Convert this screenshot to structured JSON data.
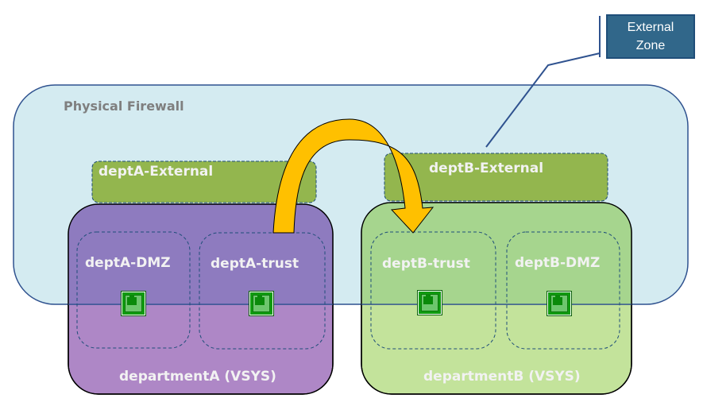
{
  "diagram": {
    "external_zone": {
      "line1": "External",
      "line2": "Zone",
      "fill": "#31678a"
    },
    "physical_firewall": {
      "label": "Physical Firewall",
      "fill": "#b7dde8"
    },
    "external_zones": [
      {
        "label": "deptA-External"
      },
      {
        "label": "deptB-External"
      }
    ],
    "vsys": [
      {
        "label": "departmentA (VSYS)",
        "zones": [
          {
            "label": "deptA-DMZ",
            "icon": "ethernet-port-icon"
          },
          {
            "label": "deptA-trust",
            "icon": "ethernet-port-icon"
          }
        ]
      },
      {
        "label": "departmentB (VSYS)",
        "zones": [
          {
            "label": "deptB-trust",
            "icon": "ethernet-port-icon"
          },
          {
            "label": "deptB-DMZ",
            "icon": "ethernet-port-icon"
          }
        ]
      }
    ],
    "flow_arrow": {
      "from": "deptA-trust",
      "to": "deptB-trust",
      "color": "#ffc000"
    },
    "colors": {
      "external_green": "#93b64e",
      "vsys_a_purple": "#ae87c6",
      "vsys_b_green": "#c3e39b",
      "outline_blue": "#2f528f"
    }
  }
}
